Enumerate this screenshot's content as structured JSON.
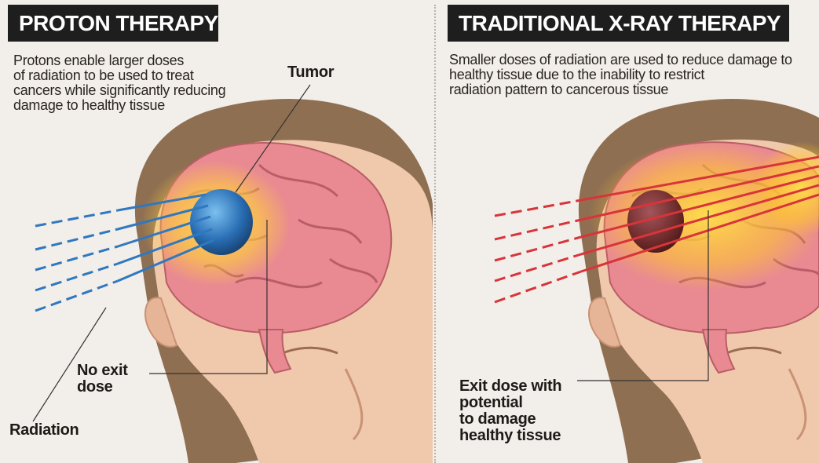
{
  "left_panel": {
    "title": "PROTON THERAPY",
    "description_lines": [
      "Protons enable larger doses",
      "of radiation to be used to treat",
      "cancers while significantly reducing",
      "damage to healthy tissue"
    ],
    "labels": {
      "tumor": "Tumor",
      "no_exit_dose": [
        "No exit",
        "dose"
      ],
      "radiation": "Radiation"
    },
    "beam_color": "#2f78c0",
    "tumor_color": "#2a6fb5"
  },
  "right_panel": {
    "title": "TRADITIONAL X-RAY THERAPY",
    "description_lines": [
      "Smaller doses of radiation are used to reduce damage to",
      "healthy tissue due to the inability to restrict",
      "radiation pattern to cancerous tissue"
    ],
    "labels": {
      "exit_dose": [
        "Exit dose with",
        "potential",
        "to damage",
        "healthy tissue"
      ]
    },
    "beam_color": "#d8343a",
    "tumor_color": "#6e2a2a"
  },
  "colors": {
    "background": "#f2eee9",
    "title_bar": "#1e1e1e",
    "brain": "#e98a92",
    "skin": "#f0c9ad",
    "hair": "#8f6f52",
    "glow": "#ffd23a"
  }
}
